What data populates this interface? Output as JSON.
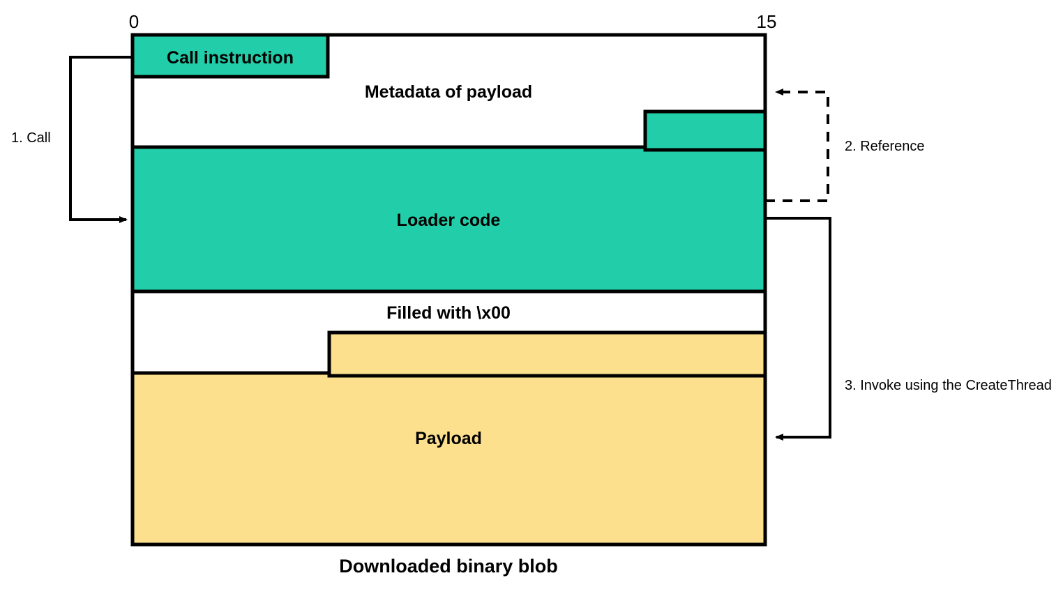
{
  "diagram": {
    "caption": "Downloaded binary blob",
    "axis": {
      "start_label": "0",
      "end_label": "15"
    },
    "colors": {
      "code_fill": "#22CEA9",
      "payload_fill": "#FDE08E",
      "stroke": "#000000",
      "background": "#FFFFFF"
    },
    "blocks": [
      {
        "id": "call-instruction",
        "label": "Call instruction",
        "fill": "#22CEA9"
      },
      {
        "id": "metadata",
        "label": "Metadata of payload",
        "fill": "#FFFFFF"
      },
      {
        "id": "loader-code",
        "label": "Loader code",
        "fill": "#22CEA9"
      },
      {
        "id": "filled-null",
        "label": "Filled with \\x00",
        "fill": "#FFFFFF"
      },
      {
        "id": "payload",
        "label": "Payload",
        "fill": "#FDE08E"
      }
    ],
    "steps": [
      {
        "id": "step-1",
        "label": "1. Call",
        "style": "solid"
      },
      {
        "id": "step-2",
        "label": "2. Reference",
        "style": "dashed"
      },
      {
        "id": "step-3",
        "label": "3. Invoke using the CreateThread",
        "style": "solid"
      }
    ]
  }
}
